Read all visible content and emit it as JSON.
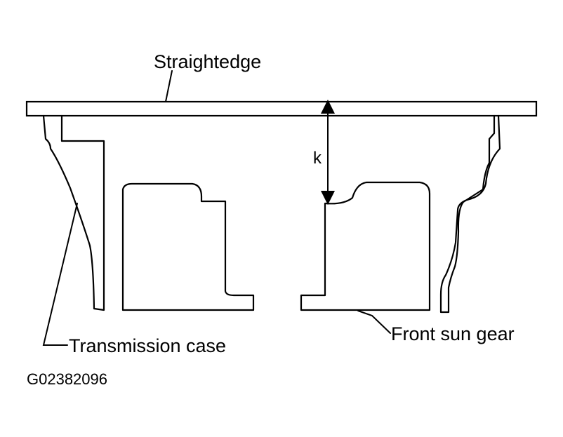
{
  "diagram": {
    "labels": {
      "straightedge": "Straightedge",
      "dimension": "k",
      "transmission_case": "Transmission case",
      "front_sun_gear": "Front sun gear",
      "figure_id": "G02382096"
    },
    "colors": {
      "line": "#000000",
      "background": "#ffffff"
    }
  }
}
